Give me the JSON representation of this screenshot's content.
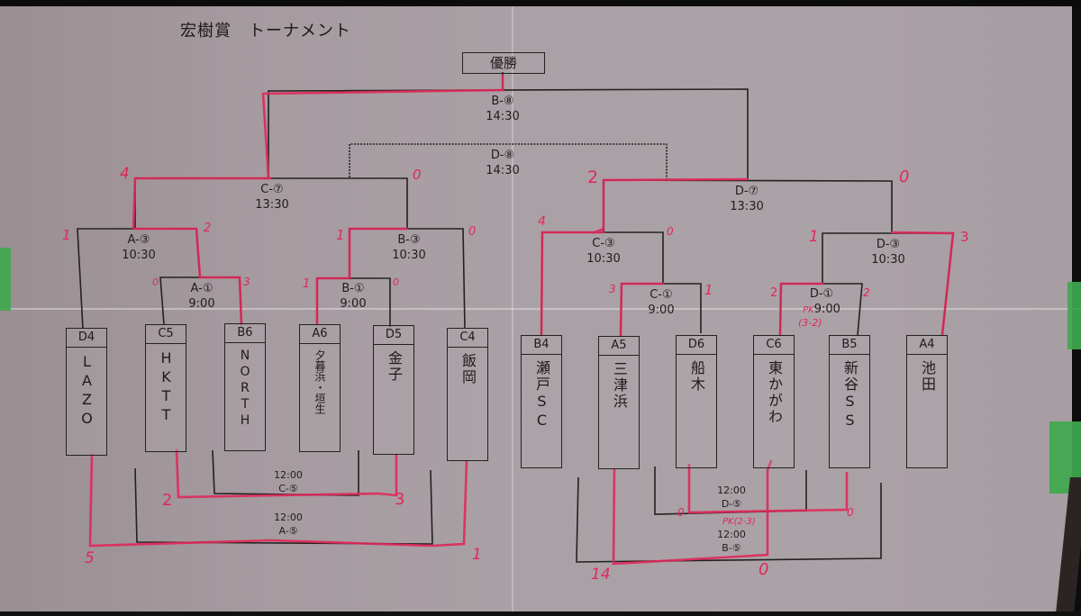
{
  "title": "宏樹賞　トーナメント",
  "champion_label": "優勝",
  "colors": {
    "paper": "#a69ca1",
    "ink": "#1f1d1e",
    "marker_red": "#e0285a",
    "tape_green": "#3fa84e"
  },
  "teams": [
    {
      "code": "D4",
      "name": "LAZO"
    },
    {
      "code": "C5",
      "name": "HKTT"
    },
    {
      "code": "B6",
      "name": "NORTH"
    },
    {
      "code": "A6",
      "name": "夕暮浜・垣生"
    },
    {
      "code": "D5",
      "name": "金子"
    },
    {
      "code": "C4",
      "name": "飯岡"
    },
    {
      "code": "B4",
      "name": "瀬戸SC"
    },
    {
      "code": "A5",
      "name": "三津浜"
    },
    {
      "code": "D6",
      "name": "船木"
    },
    {
      "code": "C6",
      "name": "東かがわ"
    },
    {
      "code": "B5",
      "name": "新谷SS"
    },
    {
      "code": "A4",
      "name": "池田"
    }
  ],
  "matches": {
    "A1": {
      "label": "A-①",
      "time": "9:00",
      "score_left": "0",
      "score_right": "3"
    },
    "B1": {
      "label": "B-①",
      "time": "9:00",
      "score_left": "1",
      "score_right": "0"
    },
    "C1": {
      "label": "C-①",
      "time": "9:00",
      "score_left": "3",
      "score_right": "1"
    },
    "D1": {
      "label": "D-①",
      "time": "9:00",
      "score_left": "2",
      "score_right": "2",
      "pk_prefix": "PK",
      "pk_score": "(3-2)"
    },
    "A3": {
      "label": "A-③",
      "time": "10:30",
      "score_left": "1",
      "score_right": "2"
    },
    "B3": {
      "label": "B-③",
      "time": "10:30",
      "score_left": "1",
      "score_right": "0"
    },
    "C3": {
      "label": "C-③",
      "time": "10:30",
      "score_left": "4",
      "score_right": "0"
    },
    "D3": {
      "label": "D-③",
      "time": "10:30",
      "score_left": "1",
      "score_right": "3"
    },
    "C7": {
      "label": "C-⑦",
      "time": "13:30",
      "score_left": "4",
      "score_right": "0"
    },
    "D7": {
      "label": "D-⑦",
      "time": "13:30",
      "score_left": "2",
      "score_right": "0"
    },
    "B8": {
      "label": "B-⑧",
      "time": "14:30"
    },
    "D8": {
      "label": "D-⑧",
      "time": "14:30"
    },
    "C5": {
      "label": "C-⑤",
      "time": "12:00",
      "score_left": "2",
      "score_right": "3"
    },
    "A5": {
      "label": "A-⑤",
      "time": "12:00",
      "score_left": "5",
      "score_right": "1"
    },
    "D5": {
      "label": "D-⑤",
      "time": "12:00",
      "score_left": "0",
      "score_right": "0",
      "pk": "PK(2-3)"
    },
    "B5": {
      "label": "B-⑤",
      "time": "12:00",
      "score_left": "14",
      "score_right": "0"
    }
  }
}
